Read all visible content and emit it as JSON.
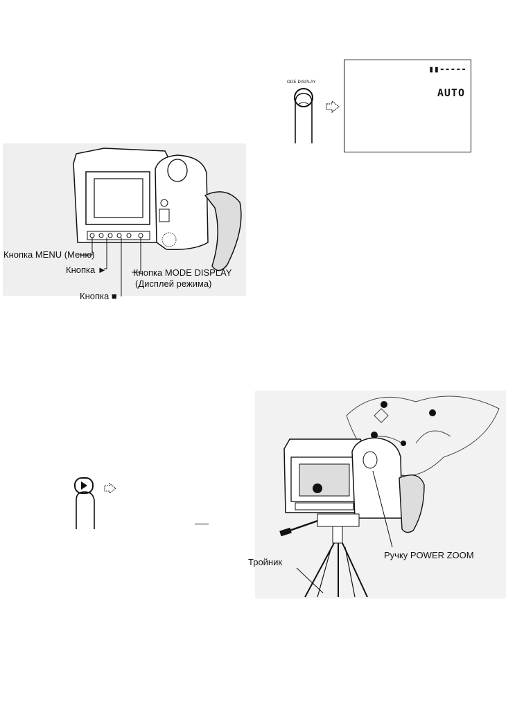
{
  "top_right": {
    "button_caption": "ODE DISPLAY",
    "screen_indicator": "▮▮-----",
    "screen_mode": "AUTO"
  },
  "camera_labels": {
    "menu_button": "Кнопка MENU (Меню)",
    "play_button": "Кнопка ►",
    "stop_button": "Кнопка ■",
    "mode_display_button": "Кнопка MODE DISPLAY",
    "mode_display_sub": "(Дисплей режима)"
  },
  "tripod_labels": {
    "tripod": "Тройник",
    "power_zoom": "Ручку POWER ZOOM"
  }
}
